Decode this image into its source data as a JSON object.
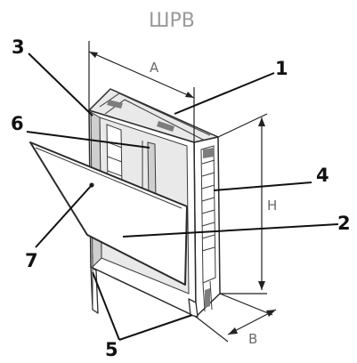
{
  "diagram": {
    "title": "ШРВ",
    "dimensions": {
      "width": "A",
      "height": "H",
      "depth": "B"
    },
    "callouts": [
      "1",
      "2",
      "3",
      "4",
      "5",
      "6",
      "7"
    ],
    "colors": {
      "line": "#2b2b2b",
      "callout": "#111111",
      "title": "#9a9a9a"
    }
  }
}
